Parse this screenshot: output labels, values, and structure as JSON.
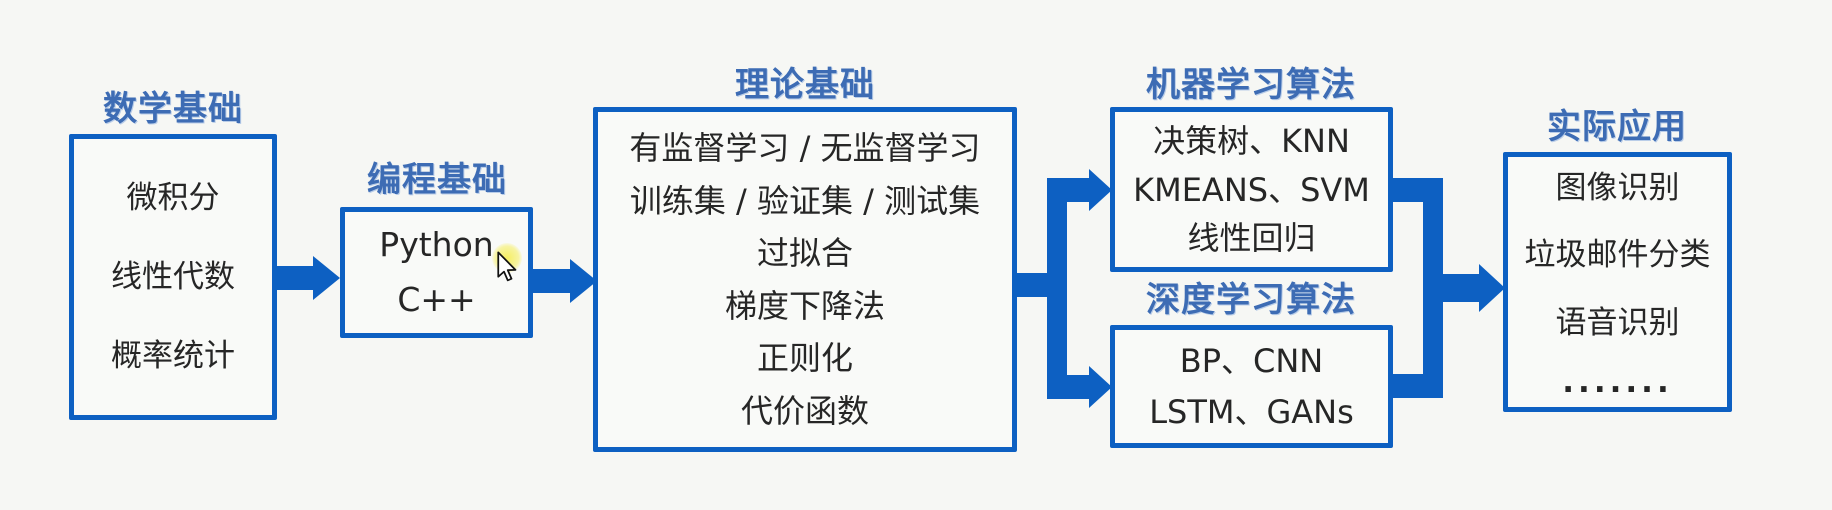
{
  "diagram": {
    "colors": {
      "accent_blue": "#0d60c2",
      "title_blue": "#3d6cb4",
      "text_dark": "#262626",
      "background": "#f6f7f4",
      "cursor_highlight_yellow": "#f5ee5a"
    },
    "columns": {
      "math": {
        "title": "数学基础",
        "items": [
          "微积分",
          "线性代数",
          "概率统计"
        ]
      },
      "programming": {
        "title": "编程基础",
        "items": [
          "Python",
          "C++"
        ]
      },
      "theory": {
        "title": "理论基础",
        "items": [
          "有监督学习 / 无监督学习",
          "训练集 / 验证集 / 测试集",
          "过拟合",
          "梯度下降法",
          "正则化",
          "代价函数"
        ]
      },
      "ml_algorithms": {
        "title": "机器学习算法",
        "items": [
          "决策树、KNN",
          "KMEANS、SVM",
          "线性回归"
        ]
      },
      "dl_algorithms": {
        "title": "深度学习算法",
        "items": [
          "BP、CNN",
          "LSTM、GANs"
        ]
      },
      "applications": {
        "title": "实际应用",
        "items": [
          "图像识别",
          "垃圾邮件分类",
          "语音识别",
          "......."
        ]
      }
    },
    "cursor": {
      "icon": "arrow-pointer",
      "effect": "yellow-click-highlight"
    }
  }
}
